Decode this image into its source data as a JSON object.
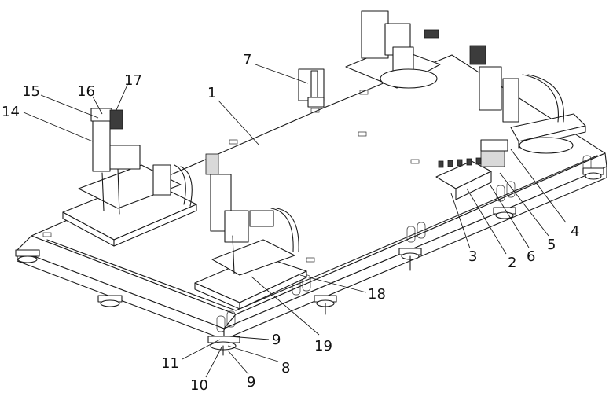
{
  "callouts": [
    {
      "id": "1",
      "text": "1"
    },
    {
      "id": "2",
      "text": "2"
    },
    {
      "id": "3",
      "text": "3"
    },
    {
      "id": "4",
      "text": "4"
    },
    {
      "id": "5",
      "text": "5"
    },
    {
      "id": "6",
      "text": "6"
    },
    {
      "id": "7",
      "text": "7"
    },
    {
      "id": "8",
      "text": "8"
    },
    {
      "id": "9a",
      "text": "9"
    },
    {
      "id": "9b",
      "text": "9"
    },
    {
      "id": "10",
      "text": "10"
    },
    {
      "id": "11",
      "text": "11"
    },
    {
      "id": "14",
      "text": "14"
    },
    {
      "id": "15",
      "text": "15"
    },
    {
      "id": "16",
      "text": "16"
    },
    {
      "id": "17",
      "text": "17"
    },
    {
      "id": "18",
      "text": "18"
    },
    {
      "id": "19",
      "text": "19"
    }
  ]
}
